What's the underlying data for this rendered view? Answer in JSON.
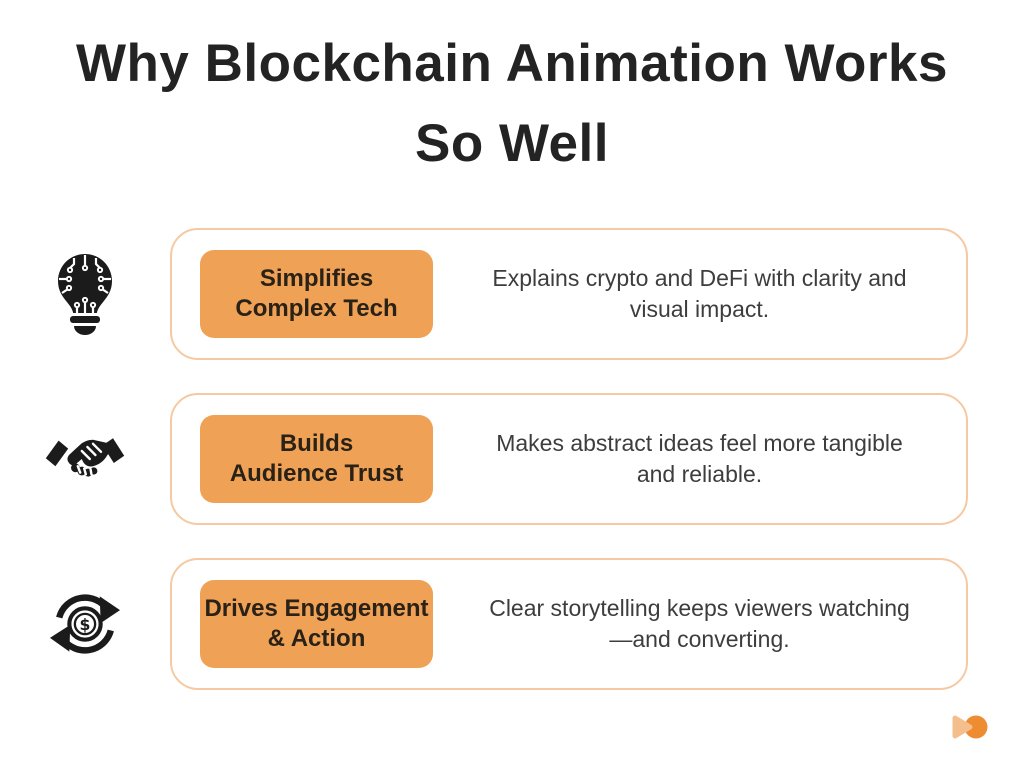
{
  "slide": {
    "title_line1": "Why Blockchain Animation Works",
    "title_line2": "So Well"
  },
  "rows": [
    {
      "icon": "circuit-lightbulb-icon",
      "label_line1": "Simplifies",
      "label_line2": "Complex Tech",
      "desc_line1": "Explains crypto and DeFi with clarity and",
      "desc_line2": "visual impact."
    },
    {
      "icon": "handshake-icon",
      "label_line1": "Builds",
      "label_line2": "Audience Trust",
      "desc_line1": "Makes abstract ideas feel more tangible",
      "desc_line2": "and reliable."
    },
    {
      "icon": "dollar-cycle-icon",
      "label_line1": "Drives Engagement",
      "label_line2": "& Action",
      "desc_line1": "Clear storytelling keeps viewers watching",
      "desc_line2": "—and converting."
    }
  ],
  "icons": {
    "dollar_glyph": "$"
  },
  "colors": {
    "accent_orange": "#efa155",
    "card_border": "#f6c9a2",
    "title_text": "#232323",
    "body_text": "#3d3d3d",
    "icon_black": "#1b1b1b",
    "logo_circle": "#ee8c31",
    "logo_triangle": "#f4be8d"
  }
}
